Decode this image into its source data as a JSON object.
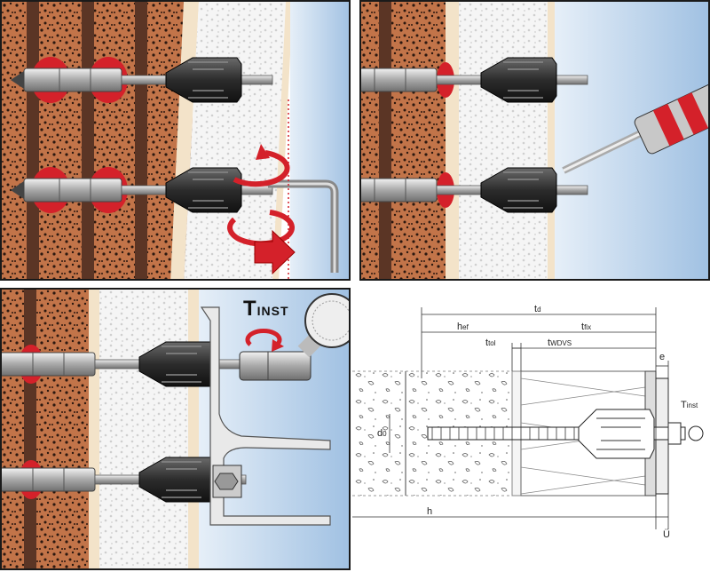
{
  "panel3": {
    "torque_label": "T",
    "torque_label_sub": "INST"
  },
  "dimensions": {
    "td": "t",
    "td_sub": "d",
    "hef": "h",
    "hef_sub": "ef",
    "tfix": "t",
    "tfix_sub": "fix",
    "ttol": "t",
    "ttol_sub": "tol",
    "twdvs": "t",
    "twdvs_sub": "WDVS",
    "e": "e",
    "tinst": "T",
    "tinst_sub": "inst",
    "d0": "d",
    "d0_sub": "0",
    "h": "h",
    "u": "Ü"
  },
  "colors": {
    "brick": "#b86a45",
    "mortar": "#5b3525",
    "render": "#f3e3c9",
    "insulation": "#f0f0f0",
    "sky": "#c9ddf0",
    "anchor_red": "#d4212a",
    "metal": "#c8c8c8",
    "cone": "#3a3a3a"
  },
  "icons": [
    "rotation-arrow-icon",
    "push-arrow-icon",
    "sealant-gun-icon",
    "torque-wrench-icon"
  ]
}
